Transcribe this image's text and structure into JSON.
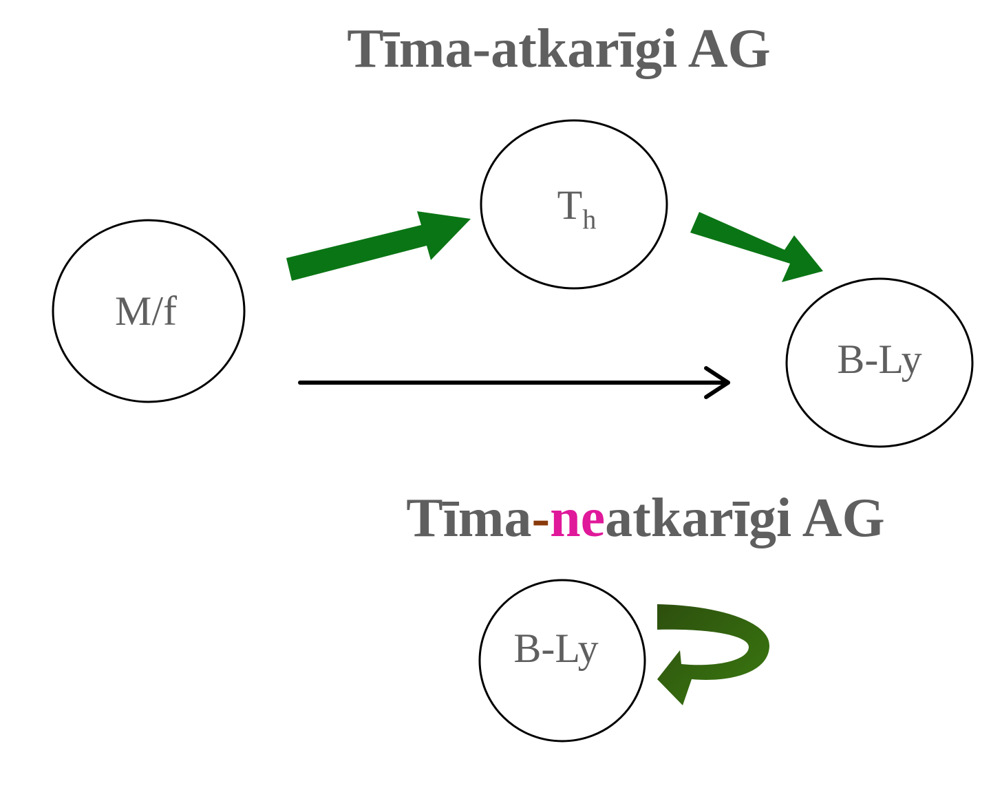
{
  "title_top": "Tīma-atkarīgi AG",
  "title_bottom": {
    "part1": "Tīma",
    "dash": "-",
    "highlight": "ne",
    "part2": "atkarīgi AG"
  },
  "nodes": {
    "mf": "M/f",
    "th_main": "T",
    "th_sub": "h",
    "bly_top": "B-Ly",
    "bly_bottom": "B-Ly"
  },
  "colors": {
    "text": "#5f5f5f",
    "highlight": "#e0189a",
    "dash": "#8a3a0a",
    "arrow_green": "#0a7514",
    "loop_dark": "#2d4f0e",
    "loop_light": "#3a7a10"
  }
}
